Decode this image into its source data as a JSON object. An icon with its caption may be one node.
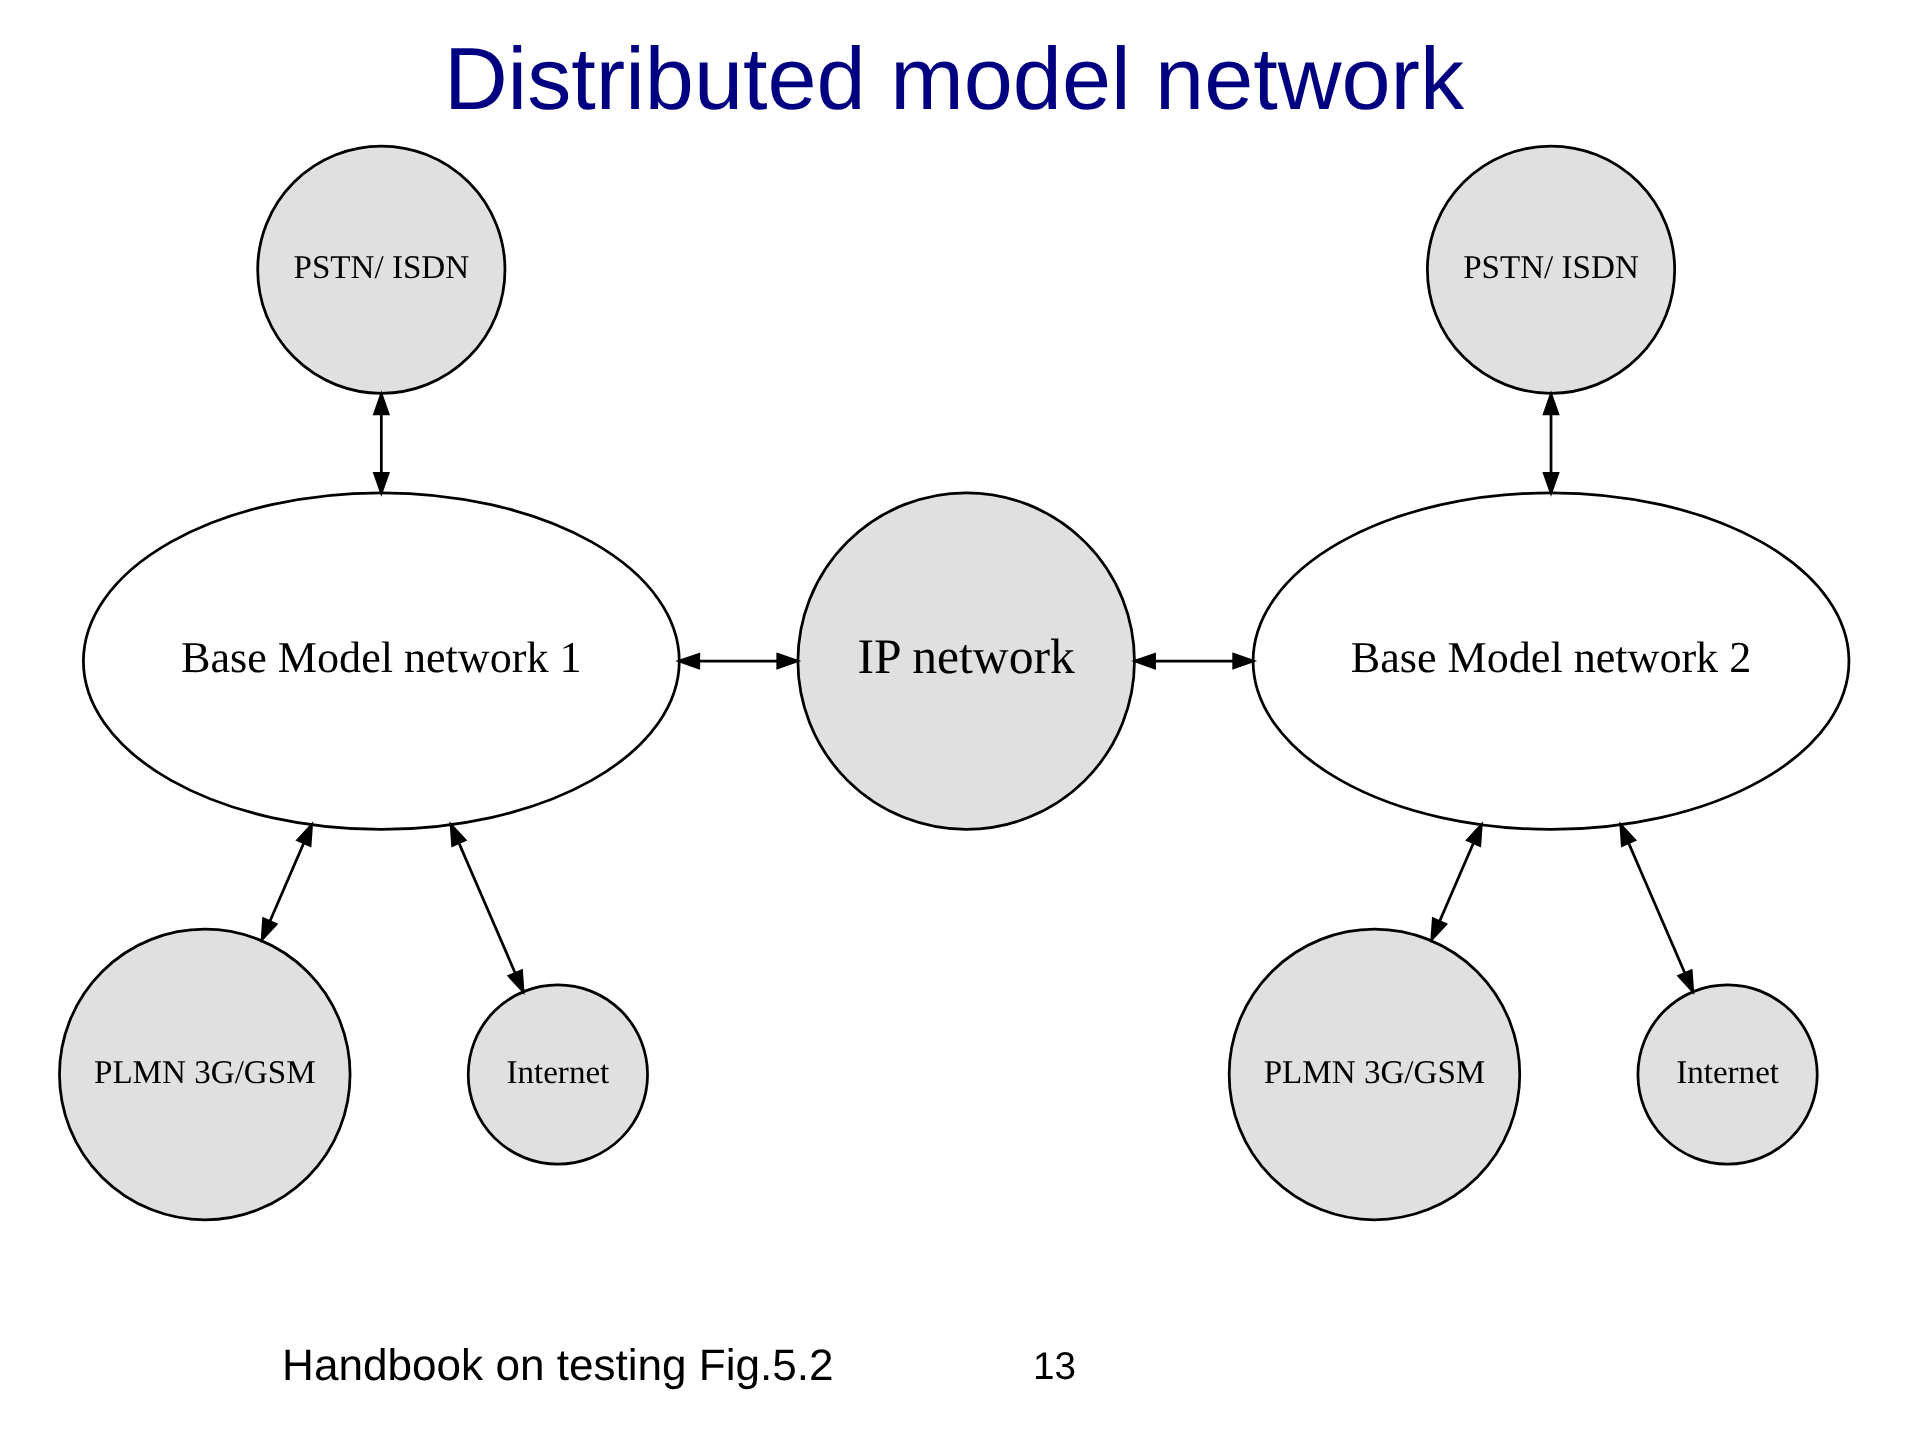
{
  "diagram": {
    "title": "Distributed model network",
    "caption": "Handbook on testing Fig.5.2",
    "nodes": [
      {
        "text": [
          "PSTN/ ISDN"
        ]
      },
      {
        "text": [
          "PSTN/ ISDN"
        ]
      },
      {
        "text": [
          "Base Model network 1"
        ]
      },
      {
        "text": [
          "IP network"
        ]
      },
      {
        "text": [
          "Base Model network 2"
        ]
      },
      {
        "text": [
          "PLMN 3G/GSM"
        ]
      },
      {
        "text": [
          "Internet"
        ]
      },
      {
        "text": [
          "PLMN 3G/GSM"
        ]
      },
      {
        "text": [
          "Internet"
        ]
      }
    ],
    "edges": [
      {
        "from": 0,
        "to": 2,
        "arrow": "both"
      },
      {
        "from": 2,
        "to": 3,
        "arrow": "both"
      },
      {
        "from": 3,
        "to": 4,
        "arrow": "both"
      },
      {
        "from": 1,
        "to": 4,
        "arrow": "both"
      },
      {
        "from": 2,
        "to": 5,
        "arrow": "both"
      },
      {
        "from": 2,
        "to": 6,
        "arrow": "both"
      },
      {
        "from": 4,
        "to": 7,
        "arrow": "both"
      },
      {
        "from": 4,
        "to": 8,
        "arrow": "both"
      }
    ],
    "labels": [
      "13"
    ]
  }
}
